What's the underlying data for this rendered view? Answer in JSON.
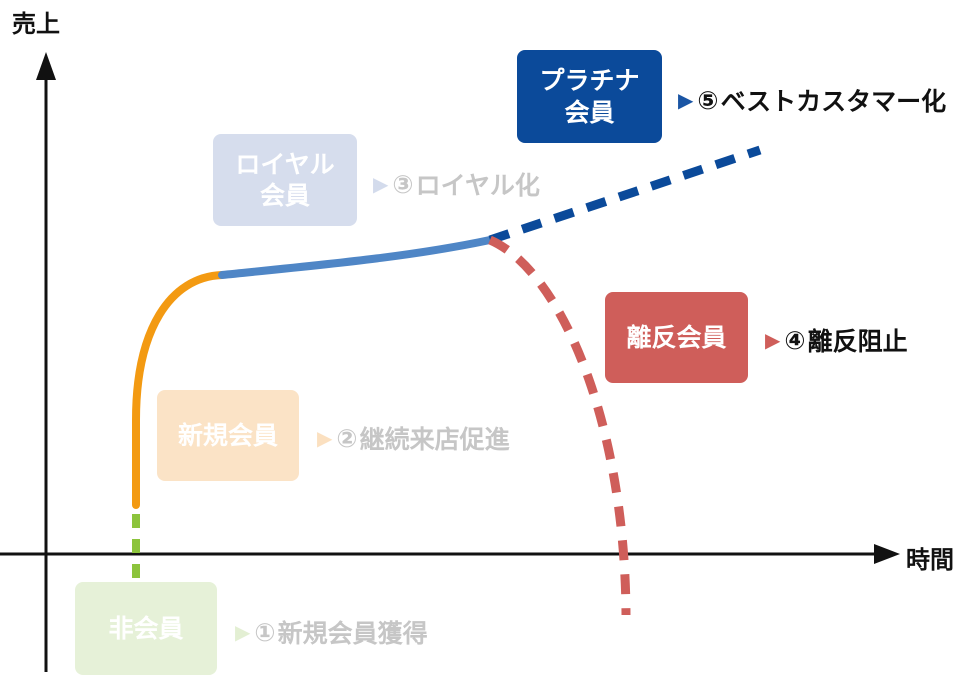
{
  "axes": {
    "y_label": "売上",
    "x_label": "時間"
  },
  "stages": {
    "platinum": {
      "line1": "プラチナ",
      "line2": "会員",
      "color": "#0b4a9a"
    },
    "loyal": {
      "line1": "ロイヤル",
      "line2": "会員",
      "color": "#d6dded"
    },
    "churn": {
      "label": "離反会員",
      "color": "#cf5e5a"
    },
    "new": {
      "label": "新規会員",
      "color": "#fbe3c6"
    },
    "nonmember": {
      "label": "非会員",
      "color": "#e6f1d8"
    }
  },
  "steps": {
    "s5": {
      "arrow": "▶",
      "num": "⑤",
      "text": "ベストカスタマー化"
    },
    "s3": {
      "arrow": "▶",
      "num": "③",
      "text": "ロイヤル化"
    },
    "s4": {
      "arrow": "▶",
      "num": "④",
      "text": "離反阻止"
    },
    "s2": {
      "arrow": "▶",
      "num": "②",
      "text": "継続来店促進"
    },
    "s1": {
      "arrow": "▶",
      "num": "①",
      "text": "新規会員獲得"
    }
  },
  "curve_colors": {
    "nonmember": "#8cc43c",
    "new": "#f39a12",
    "loyal": "#4f86c6",
    "platinum": "#0b4a9a",
    "churn": "#cf5e5a"
  }
}
